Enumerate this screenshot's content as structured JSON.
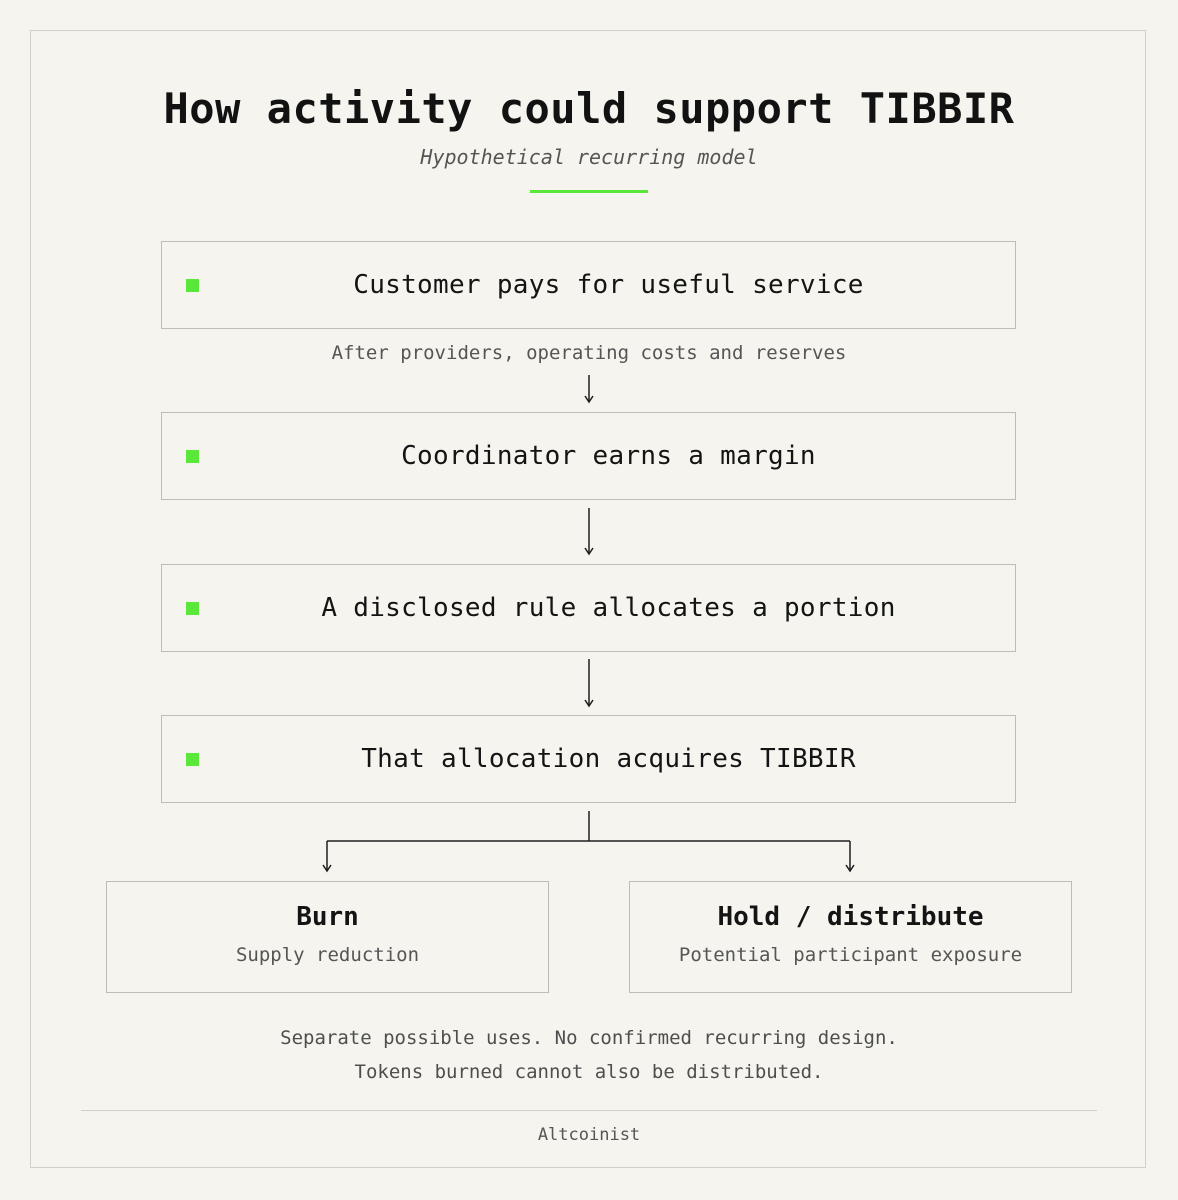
{
  "header": {
    "title": "How activity could support TIBBIR",
    "subtitle": "Hypothetical recurring model"
  },
  "steps": [
    {
      "label": "Customer pays for useful service"
    },
    {
      "label": "Coordinator earns a margin"
    },
    {
      "label": "A disclosed rule allocates a portion"
    },
    {
      "label": "That allocation acquires TIBBIR"
    }
  ],
  "step_note": "After providers, operating costs and reserves",
  "outcomes": [
    {
      "title": "Burn",
      "subtitle": "Supply reduction"
    },
    {
      "title": "Hold / distribute",
      "subtitle": "Potential participant exposure"
    }
  ],
  "footnotes": [
    "Separate possible uses. No confirmed recurring design.",
    "Tokens burned cannot also be distributed."
  ],
  "brand": "Altcoinist",
  "colors": {
    "accent": "#59e83a",
    "background": "#f5f4ef",
    "border": "#bdbdb8",
    "text": "#161616",
    "muted_text": "#555555"
  }
}
